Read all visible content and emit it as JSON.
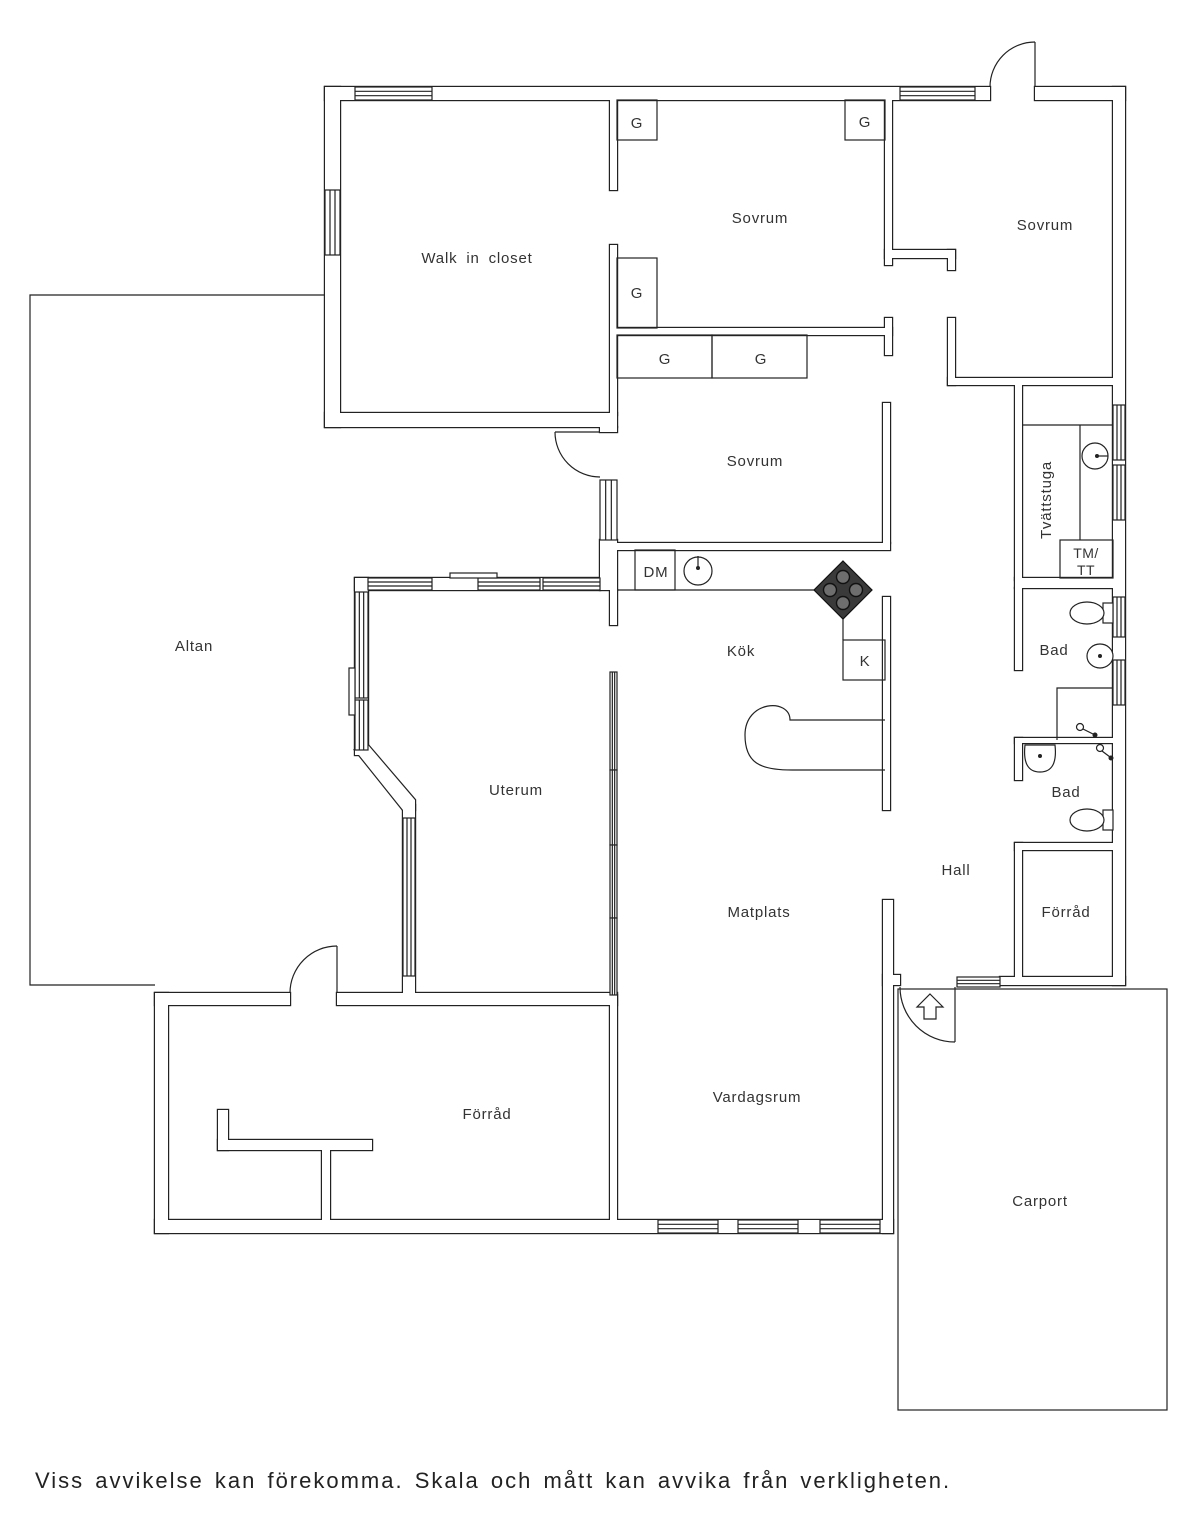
{
  "rooms": {
    "walk_in_closet": "Walk in closet",
    "sovrum_top": "Sovrum",
    "sovrum_right": "Sovrum",
    "sovrum_middle": "Sovrum",
    "altan": "Altan",
    "kok": "Kök",
    "tvattstuga": "Tvättstuga",
    "bad_upper": "Bad",
    "bad_lower": "Bad",
    "uterum": "Uterum",
    "hall": "Hall",
    "forrad_right": "Förråd",
    "matplats": "Matplats",
    "forrad_lower": "Förråd",
    "vardagsrum": "Vardagsrum",
    "carport": "Carport"
  },
  "fixtures": {
    "garderob": [
      "G",
      "G",
      "G",
      "G",
      "G"
    ],
    "diskmaskin": "DM",
    "kyl": "K",
    "tm_line1": "TM/",
    "tm_line2": "TT"
  },
  "disclaimer": "Viss avvikelse kan förekomma. Skala och mått kan avvika från verkligheten.",
  "colors": {
    "line": "#222222",
    "text": "#333333",
    "stove": "#3a3a3a"
  }
}
